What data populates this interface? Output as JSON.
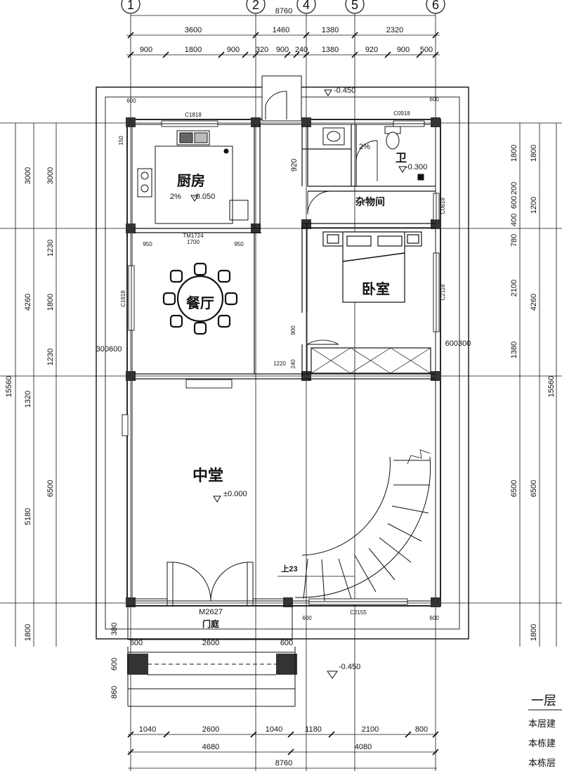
{
  "axes": [
    "1",
    "2",
    "4",
    "5",
    "6"
  ],
  "top_dims": {
    "overall": "8760",
    "row1": [
      "3600",
      "1460",
      "1380",
      "2320"
    ],
    "row2": [
      "900",
      "1800",
      "900",
      "320",
      "900",
      "240",
      "1380",
      "920",
      "900",
      "500"
    ]
  },
  "bottom_dims": {
    "row1": [
      "1040",
      "2600",
      "1040",
      "1180",
      "2100",
      "800"
    ],
    "row2": [
      "4680",
      "4080"
    ],
    "overall": "8760"
  },
  "left_dims": {
    "outer": "15560",
    "mid": [
      "3000",
      "4260",
      "1320",
      "5180",
      "1800"
    ],
    "inner": [
      "3000",
      "1230",
      "1800",
      "1230",
      "6500"
    ],
    "small": [
      "300",
      "600",
      "380",
      "600",
      "860"
    ]
  },
  "right_dims": {
    "outer": "15560",
    "mid": [
      "1800",
      "1200",
      "4260",
      "6500",
      "1800"
    ],
    "inner": [
      "1800",
      "200",
      "600",
      "400",
      "780",
      "2100",
      "1380",
      "6500"
    ],
    "small": [
      "600",
      "300"
    ]
  },
  "rooms": {
    "kitchen": "厨房",
    "dining": "餐厅",
    "bedroom": "卧室",
    "storage": "杂物间",
    "bath": "卫",
    "hall": "中堂",
    "porch": "门庭"
  },
  "levels": {
    "top_outside": "-0.450",
    "kitchen": "-0.050",
    "bath": "-0.300",
    "hall": "±0.000",
    "porch_outside": "-0.450"
  },
  "slopes": {
    "kitchen": "2%",
    "bath": "2%"
  },
  "openings": {
    "c1818_top": "C1818",
    "c0918": "C0918",
    "c1818_left": "C1818",
    "c0618": "C0618",
    "c2118": "C2118",
    "tm1724": "TM1724",
    "tm_dims": [
      "950",
      "1700",
      "950"
    ],
    "m2627": "M2627",
    "c2155": "C2155",
    "d920": "920",
    "d900": "900",
    "d1220": "1220",
    "d240": "240",
    "side_600": [
      "600",
      "600",
      "600",
      "600"
    ],
    "side_150": "150"
  },
  "stairs_label": "上23",
  "side_labels": {
    "left": "300600",
    "right": "600300"
  },
  "notes": {
    "title_fragment": "一层",
    "lines": [
      "本层建",
      "本栋建",
      "本栋层"
    ]
  },
  "colors": {
    "line": "#111111",
    "fill": "#333333",
    "hatch": "#777777"
  }
}
